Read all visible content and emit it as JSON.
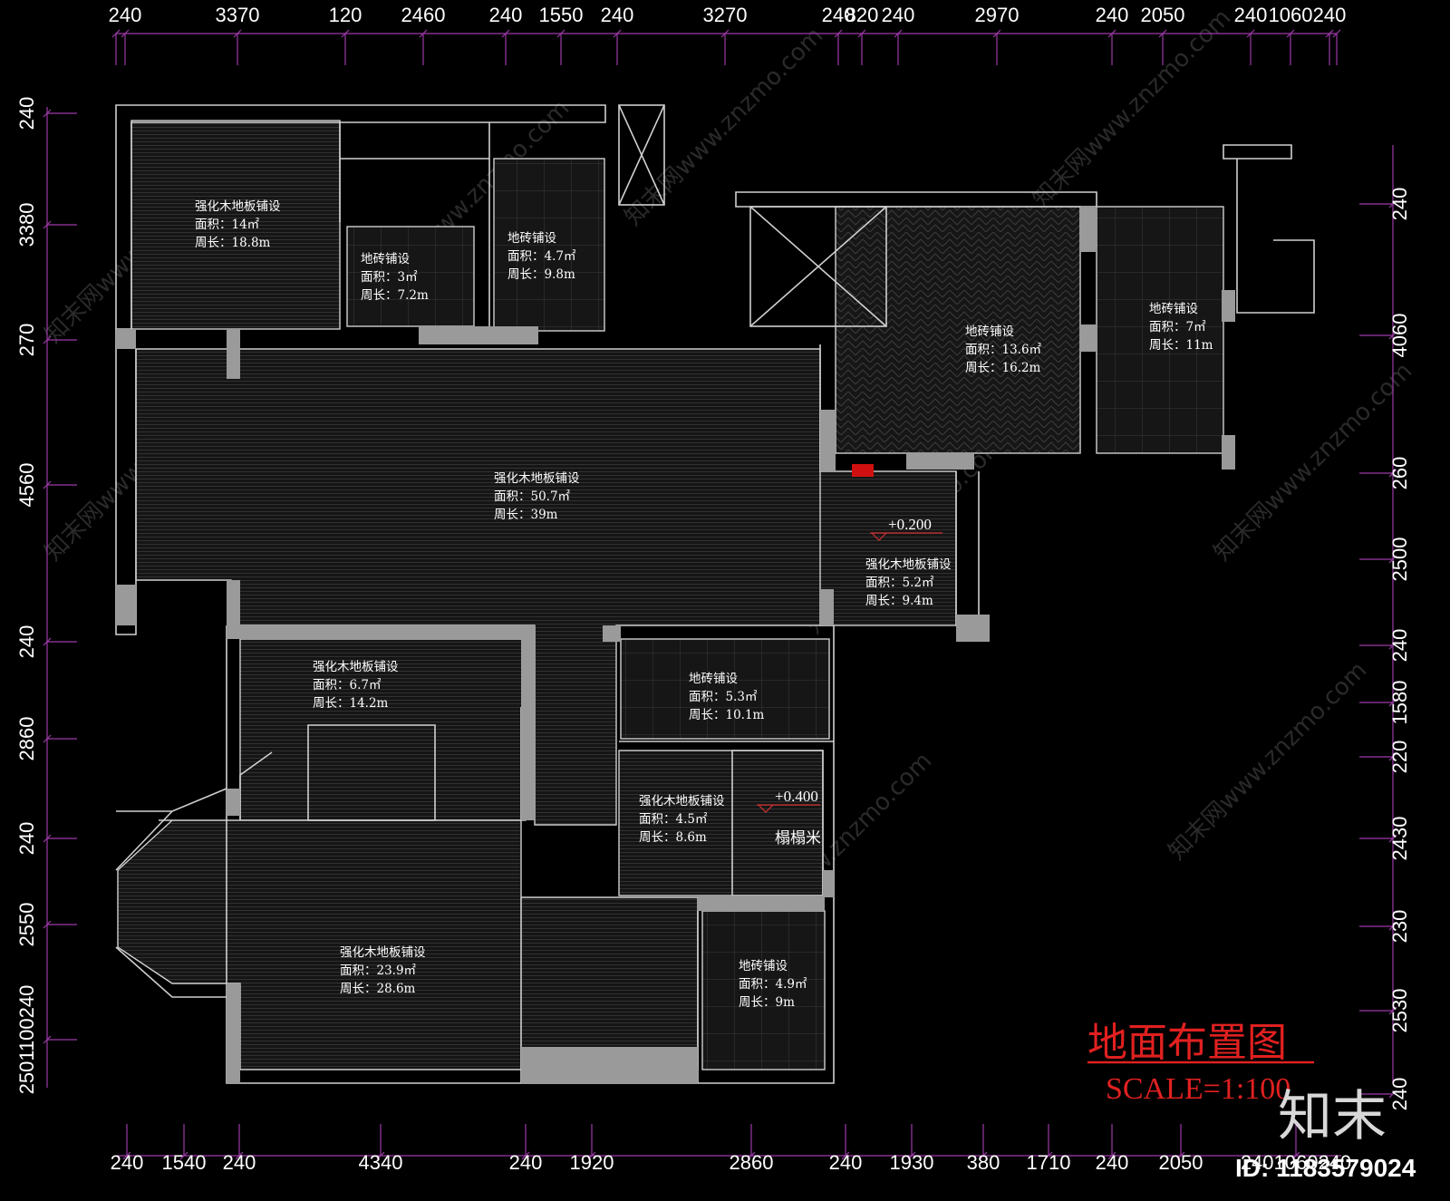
{
  "dims": {
    "top": [
      "240",
      "3370",
      "120",
      "2460",
      "240",
      "1550",
      "240",
      "3270",
      "240",
      "820",
      "240",
      "2970",
      "240",
      "2050",
      "240",
      "1060",
      "240"
    ],
    "bottom": [
      "240",
      "1540",
      "240",
      "4340",
      "240",
      "1920",
      "2860",
      "240",
      "1930",
      "380",
      "1710",
      "240",
      "2050",
      "2401060240"
    ],
    "left": [
      "240",
      "3380",
      "270",
      "4560",
      "240",
      "2860",
      "240",
      "2550",
      "2501100240"
    ],
    "right": [
      "240",
      "4060",
      "260",
      "2500",
      "240",
      "1580",
      "220",
      "2430",
      "230",
      "2530",
      "240"
    ]
  },
  "rooms": [
    {
      "name": "强化木地板铺设",
      "area": "面积：14㎡",
      "perimeter": "周长：18.8m"
    },
    {
      "name": "地砖铺设",
      "area": "面积：3㎡",
      "perimeter": "周长：7.2m"
    },
    {
      "name": "地砖铺设",
      "area": "面积：4.7㎡",
      "perimeter": "周长：9.8m"
    },
    {
      "name": "地砖铺设",
      "area": "面积：13.6㎡",
      "perimeter": "周长：16.2m"
    },
    {
      "name": "地砖铺设",
      "area": "面积：7㎡",
      "perimeter": "周长：11m"
    },
    {
      "name": "强化木地板铺设",
      "area": "面积：50.7㎡",
      "perimeter": "周长：39m"
    },
    {
      "name": "强化木地板铺设",
      "area": "面积：5.2㎡",
      "perimeter": "周长：9.4m"
    },
    {
      "name": "强化木地板铺设",
      "area": "面积：6.7㎡",
      "perimeter": "周长：14.2m"
    },
    {
      "name": "地砖铺设",
      "area": "面积：5.3㎡",
      "perimeter": "周长：10.1m"
    },
    {
      "name": "强化木地板铺设",
      "area": "面积：4.5㎡",
      "perimeter": "周长：8.6m"
    },
    {
      "name": "强化木地板铺设",
      "area": "面积：23.9㎡",
      "perimeter": "周长：28.6m"
    },
    {
      "name": "地砖铺设",
      "area": "面积：4.9㎡",
      "perimeter": "周长：9m"
    }
  ],
  "levels": [
    "+0.200",
    "+0.400"
  ],
  "tatami_label": "榻榻米",
  "title": "地面布置图",
  "scale": "SCALE=1:100",
  "brand": "知末",
  "image_id": "ID: 1183579024",
  "watermark": "知末网www.znzmo.com",
  "colors": {
    "dim_line": "#9c3aa8",
    "wall": "#9a9a9a",
    "wall_outline": "#cfcfcf",
    "hatch": "#3c3c3c",
    "red": "#e02020"
  }
}
